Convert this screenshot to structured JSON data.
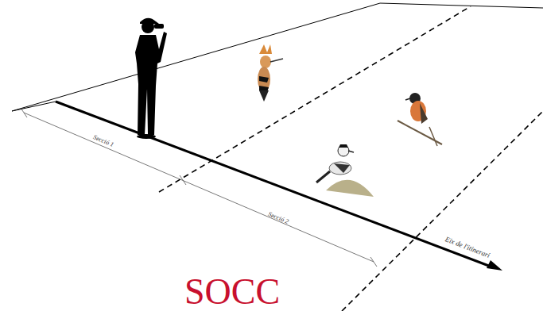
{
  "diagram": {
    "labels": [
      "Secció 1",
      "Secció 2",
      "Eix de l'itinerari",
      "SOCC"
    ]
  }
}
